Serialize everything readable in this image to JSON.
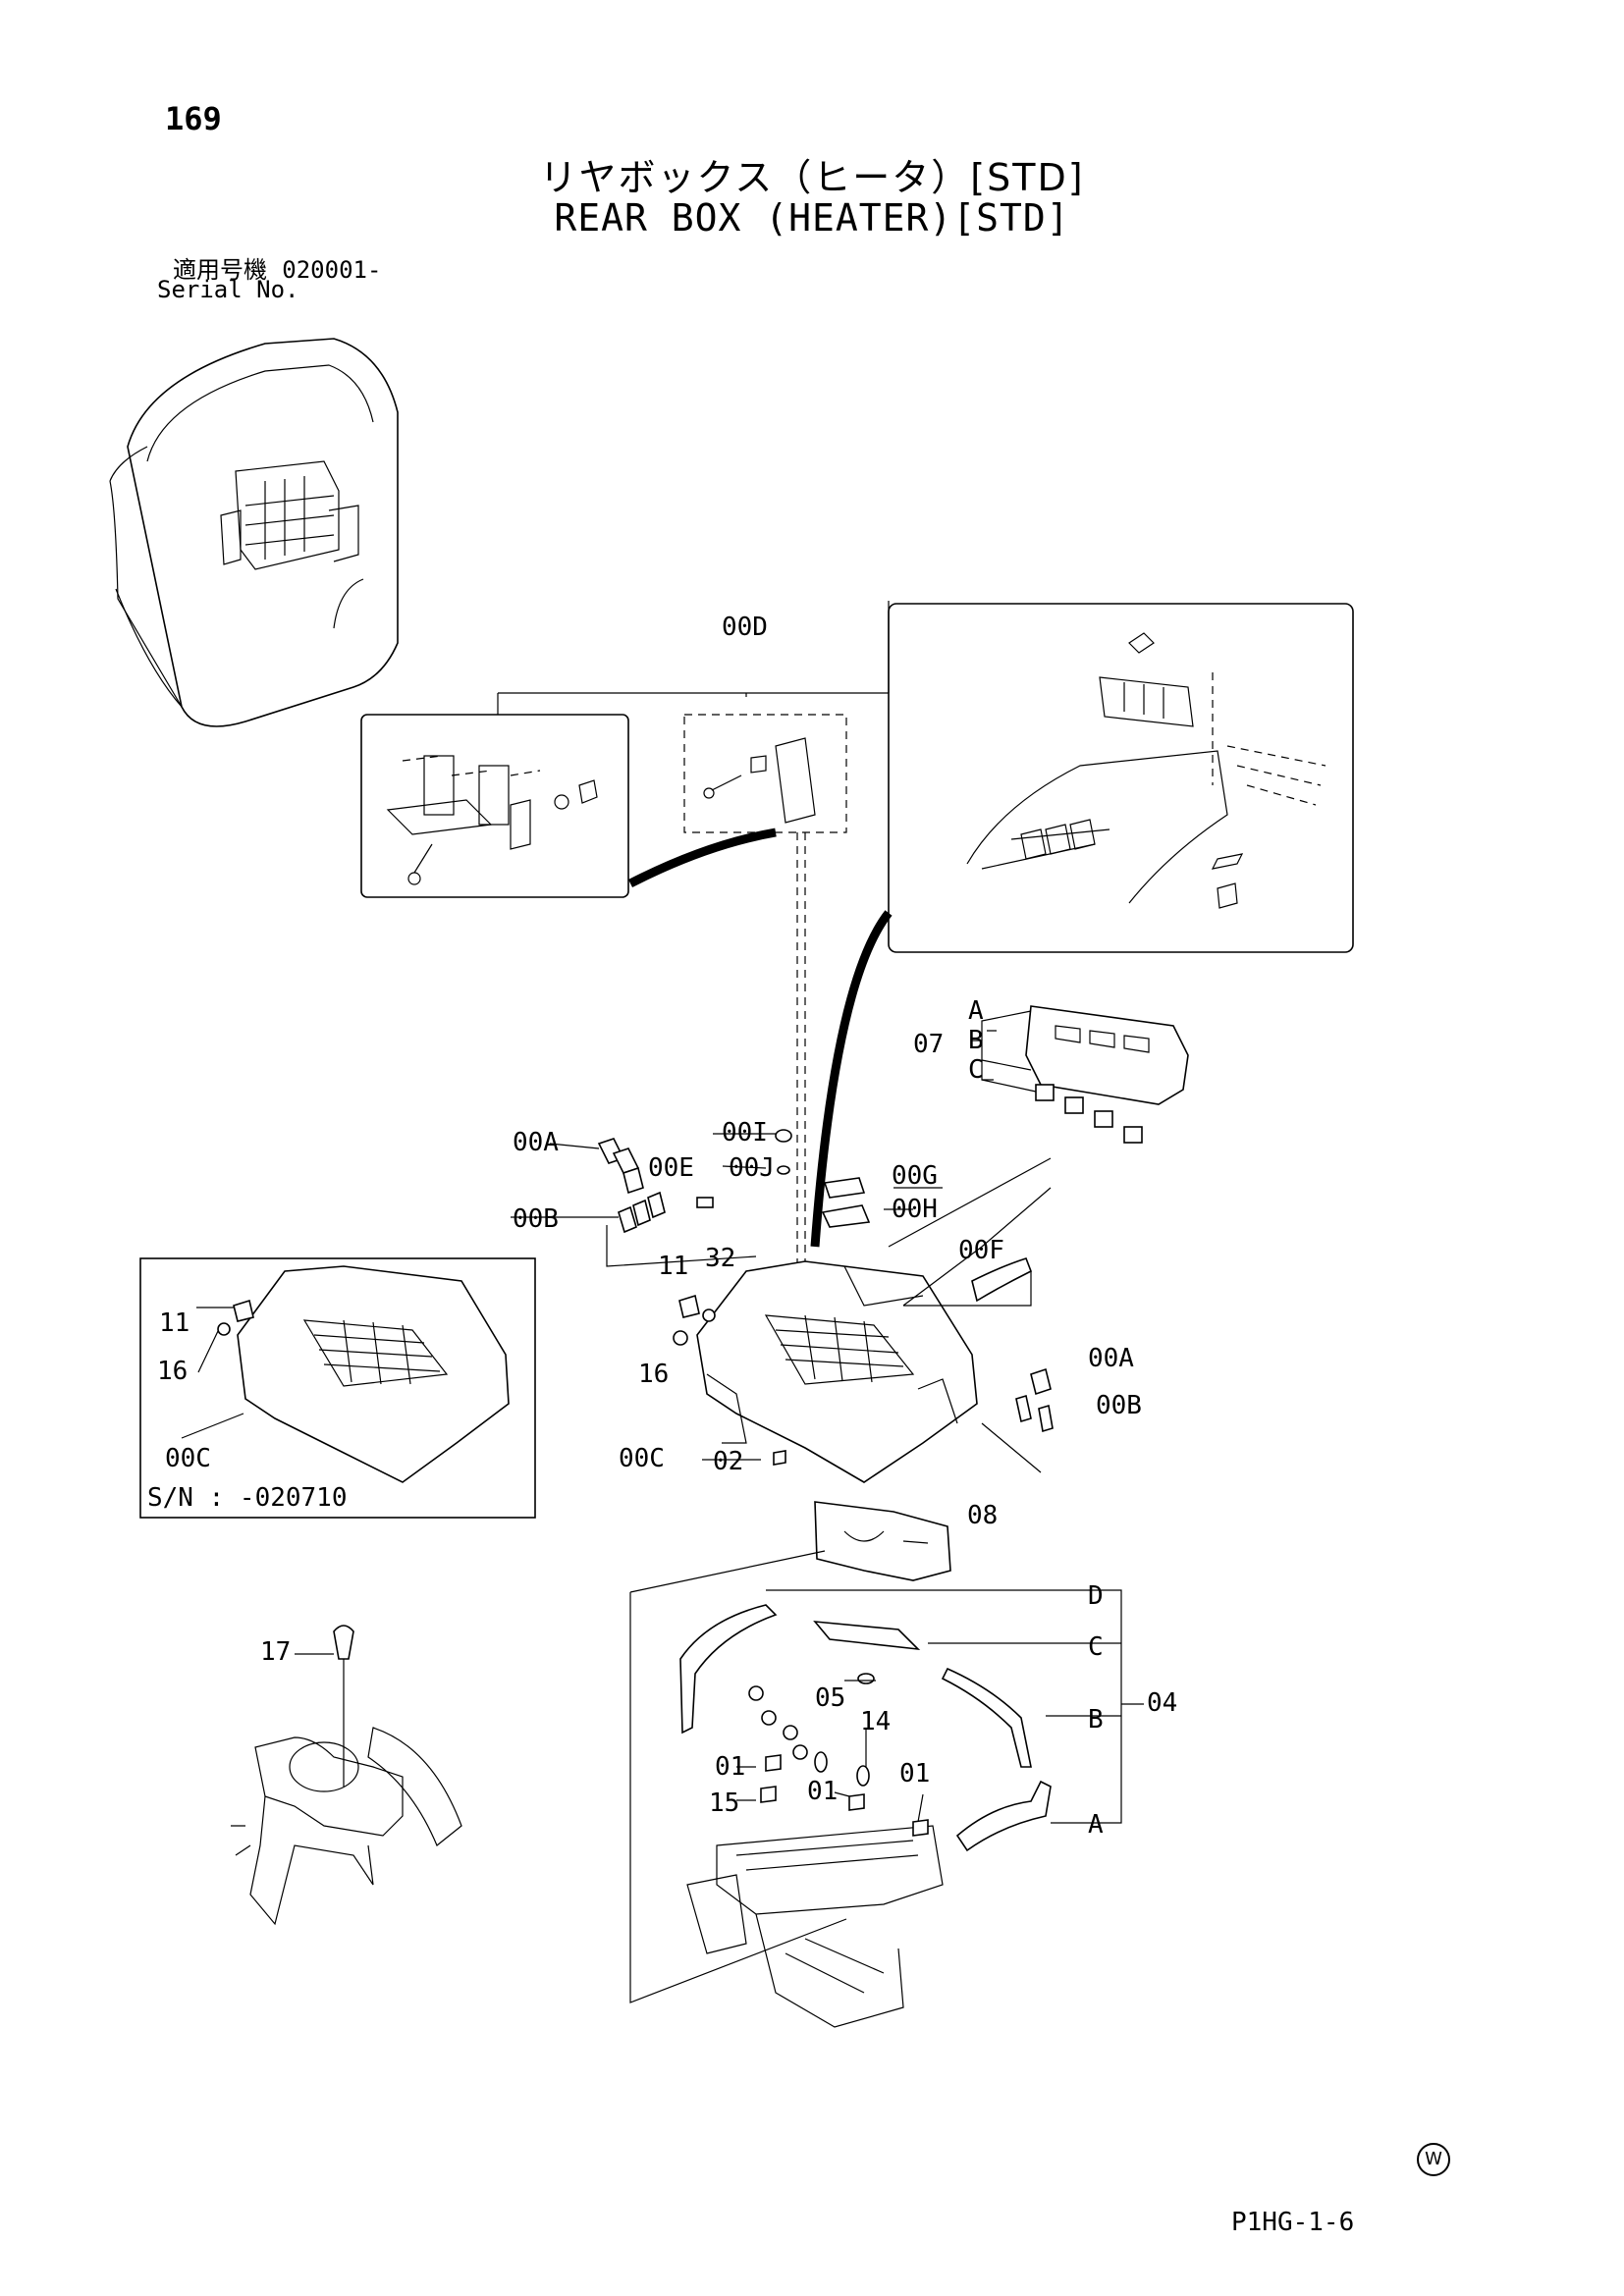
{
  "page_number": "169",
  "title_jp": "リヤボックス（ヒータ）[STD]",
  "title_en": "REAR BOX (HEATER)[STD]",
  "serial_label_jp": "適用号機",
  "serial_value": "020001-",
  "serial_label_en": "Serial No.",
  "inset_serial": "S/N : -020710",
  "document_code": "P1HG-1-6",
  "mark": "W",
  "callouts": {
    "c00D": "00D",
    "c07": "07",
    "c07A": "A",
    "c07B": "B",
    "c07C": "C",
    "c00A": "00A",
    "c00B": "00B",
    "c00E": "00E",
    "c00I": "00I",
    "c00J": "00J",
    "c00G": "00G",
    "c00H": "00H",
    "c00F": "00F",
    "c11": "11",
    "c32": "32",
    "c16": "16",
    "c00C": "00C",
    "c02": "02",
    "c00A_r": "00A",
    "c00B_r": "00B",
    "c08": "08",
    "c11_i": "11",
    "c16_i": "16",
    "c00C_i": "00C",
    "c17": "17",
    "c04": "04",
    "c04A": "A",
    "c04B": "B",
    "c04C": "C",
    "c04D": "D",
    "c05": "05",
    "c14": "14",
    "c01_a": "01",
    "c01_b": "01",
    "c01_c": "01",
    "c15": "15"
  }
}
